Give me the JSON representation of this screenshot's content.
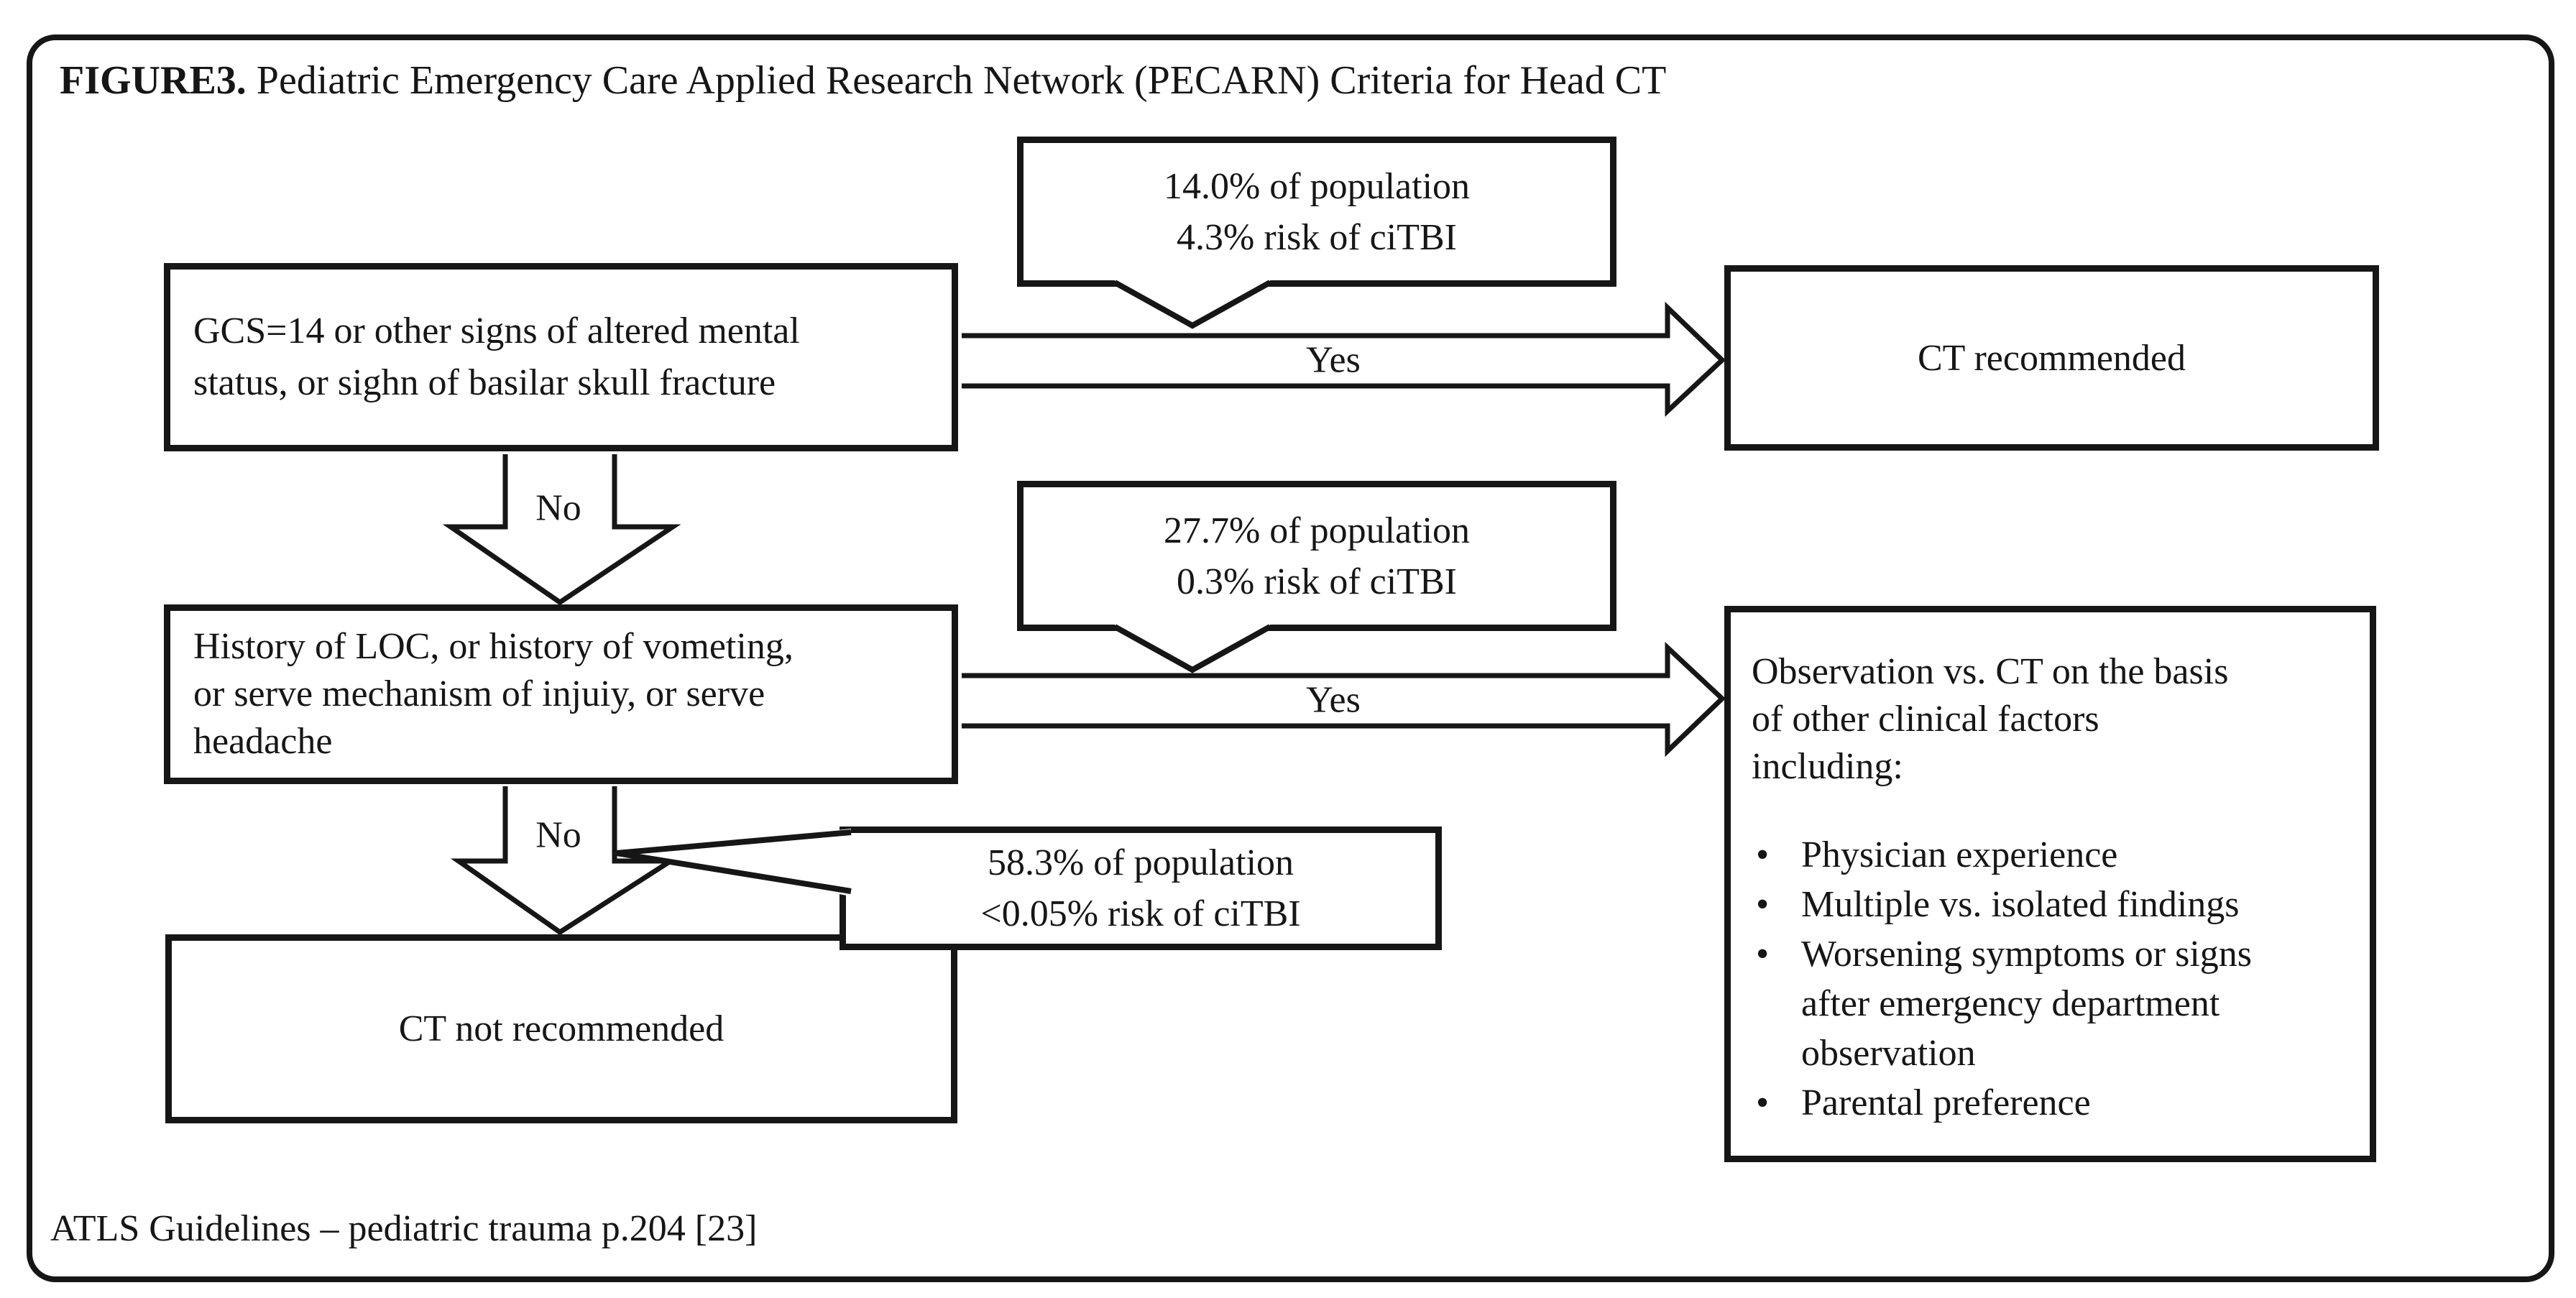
{
  "title": {
    "tag": "FIGURE3.",
    "text": " Pediatric Emergency Care Applied Research Network (PECARN) Criteria for Head CT"
  },
  "footer": "ATLS Guidelines – pediatric trauma p.204 [23]",
  "boxes": {
    "criteria1": {
      "lines": [
        "GCS=14 or other signs of altered mental",
        "status, or sighn of basilar skull fracture"
      ]
    },
    "ct_recommended": {
      "label": "CT recommended"
    },
    "criteria2": {
      "lines": [
        "History of LOC, or history of vometing,",
        "or serve mechanism of injuiy, or serve",
        "headache"
      ]
    },
    "observation": {
      "intro_lines": [
        "Observation vs. CT on the basis",
        "of other clinical factors",
        "including:"
      ],
      "bullets": [
        {
          "lines": [
            "Physician experience"
          ]
        },
        {
          "lines": [
            "Multiple vs. isolated findings"
          ]
        },
        {
          "lines": [
            "Worsening symptoms or signs",
            "after emergency department",
            "observation"
          ]
        },
        {
          "lines": [
            "Parental preference"
          ]
        }
      ]
    },
    "ct_not_recommended": {
      "label": "CT not recommended"
    }
  },
  "callouts": {
    "c1": {
      "lines": [
        "14.0% of population",
        "4.3% risk of ciTBI"
      ]
    },
    "c2": {
      "lines": [
        "27.7% of population",
        "0.3% risk of ciTBI"
      ]
    },
    "c3": {
      "lines": [
        "58.3% of population",
        "<0.05% risk of ciTBI"
      ]
    }
  },
  "edges": {
    "yes1": "Yes",
    "yes2": "Yes",
    "no1": "No",
    "no2": "No"
  },
  "colors": {
    "ink": "#161616",
    "paper": "#ffffff"
  }
}
